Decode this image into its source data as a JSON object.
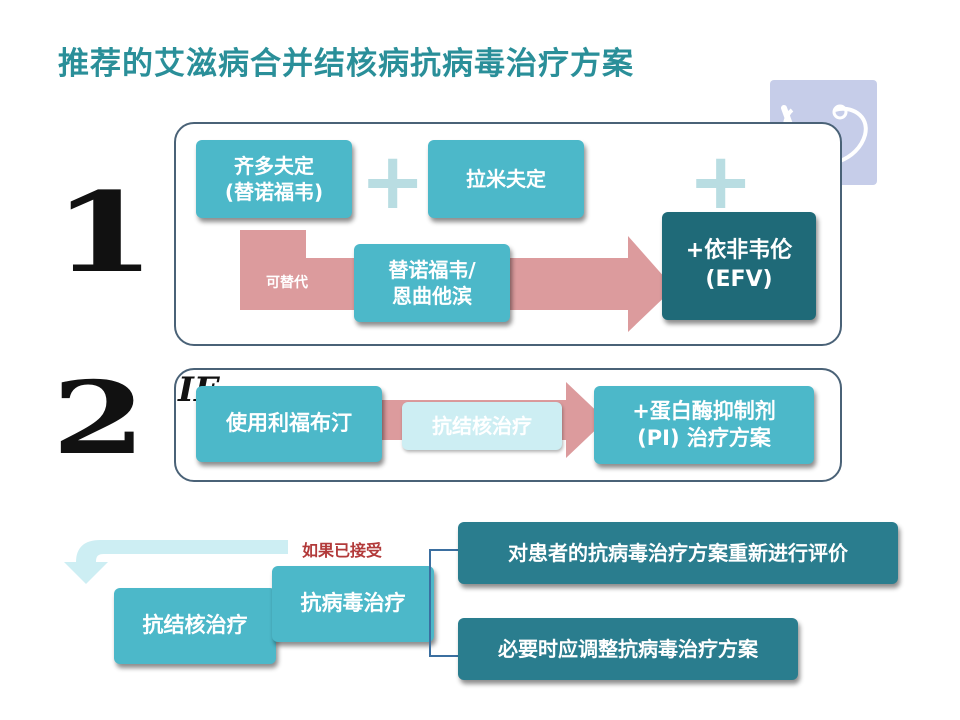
{
  "title": "推荐的艾滋病合并结核病抗病毒治疗方案",
  "section1": {
    "number": "1",
    "drug_a_line1": "齐多夫定",
    "drug_a_line2": "(替诺福韦)",
    "plus1": "+",
    "drug_b": "拉米夫定",
    "plus2": "+",
    "alt_label": "可替代",
    "alt_drug_line1": "替诺福韦/",
    "alt_drug_line2": "恩曲他滨",
    "result_line1": "+依非韦伦",
    "result_line2": "(EFV)"
  },
  "section2": {
    "number": "2",
    "if_label": "IF",
    "condition": "使用利福布汀",
    "middle": "抗结核治疗",
    "result_line1": "+蛋白酶抑制剂",
    "result_line2": "(PI) 治疗方案"
  },
  "section3": {
    "accept_label": "如果已接受",
    "tb_box": "抗结核治疗",
    "art_box": "抗病毒治疗",
    "action1": "对患者的抗病毒治疗方案重新进行评价",
    "action2": "必要时应调整抗病毒治疗方案"
  },
  "colors": {
    "title": "#2a8f99",
    "teal": "#4cb8c9",
    "dark_teal": "#1f6a78",
    "pink": "#dc9b9d",
    "accept_label": "#b23a3a"
  },
  "icons": [
    "stethoscope-icon",
    "plus-icon",
    "arrow-right-icon",
    "curved-arrow-icon"
  ]
}
